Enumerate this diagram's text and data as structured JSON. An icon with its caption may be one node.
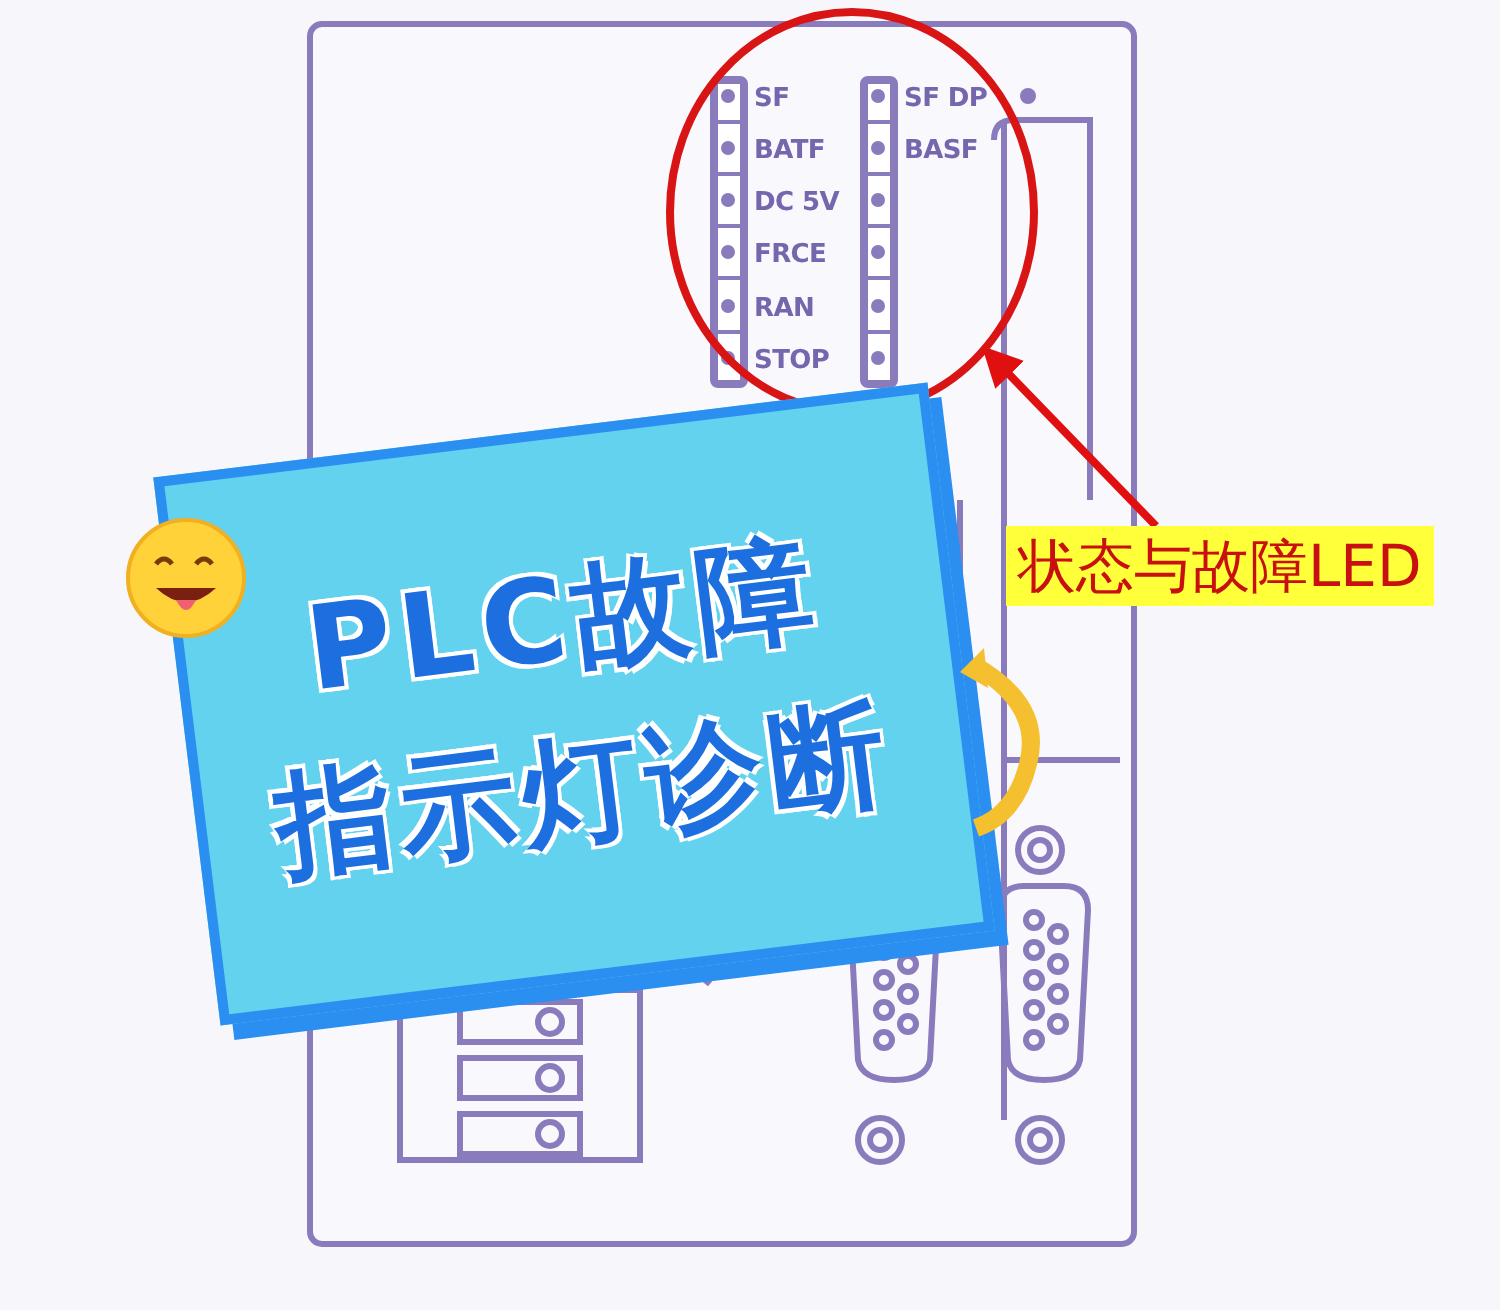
{
  "diagram": {
    "nodes": [
      {
        "text": [],
        "shape": "circle"
      },
      {
        "text": [
          "状态与故障LED"
        ]
      },
      {
        "text": [
          "PLC故障",
          "指示灯诊断"
        ]
      }
    ],
    "edges": [
      {
        "from": 1,
        "to": 0,
        "arrow": "to",
        "color": "#e01010"
      }
    ],
    "labels": [
      "SF",
      "SF DP",
      "BATF",
      "BASF",
      "DC 5V",
      "FRCE",
      "RAN",
      "STOP"
    ]
  }
}
